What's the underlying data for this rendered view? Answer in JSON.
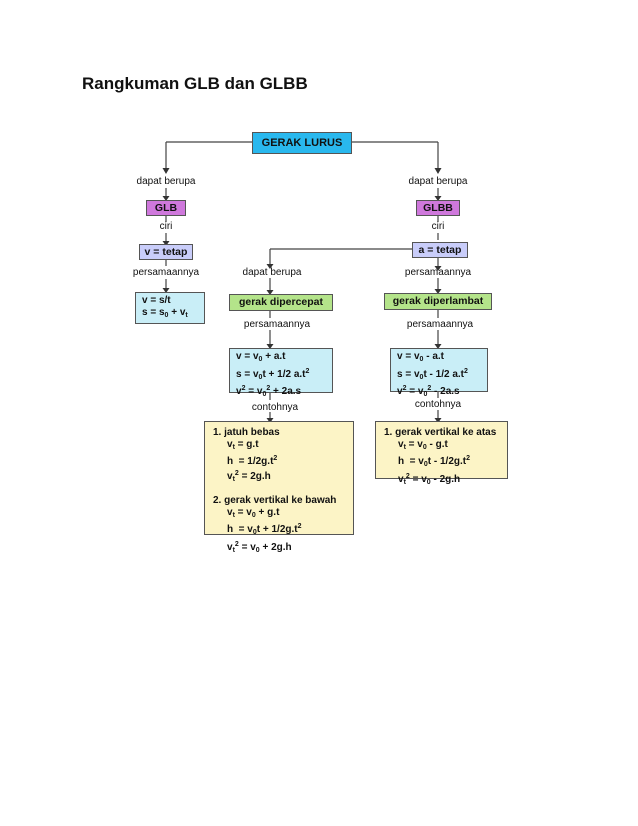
{
  "title": "Rangkuman GLB dan GLBB",
  "root": "GERAK LURUS",
  "left": {
    "label_dapat": "dapat berupa",
    "node": "GLB",
    "label_ciri": "ciri",
    "ciri": "v = tetap",
    "label_persamaan": "persamaannya",
    "eq1": "v = s/t",
    "eq2_pre": "s = s",
    "eq2_sub1": "0",
    "eq2_mid": " + v",
    "eq2_sub2": "t"
  },
  "right": {
    "label_dapat": "dapat berupa",
    "node": "GLBB",
    "label_ciri": "ciri",
    "ciri": "a = tetap"
  },
  "accel": {
    "label_dapat": "dapat berupa",
    "node": "gerak dipercepat",
    "label_persamaan": "persamaannya",
    "label_contoh": "contohnya"
  },
  "decel": {
    "label_persamaan": "persamaannya",
    "node": "gerak diperlambat",
    "label_persamaan2": "persamaannya",
    "label_contoh": "contohnya"
  },
  "ex_accel": {
    "item1": "1.  jatuh bebas",
    "item2": "2.  gerak vertikal ke bawah"
  },
  "ex_decel": {
    "item1": "1. gerak vertikal ke atas"
  }
}
